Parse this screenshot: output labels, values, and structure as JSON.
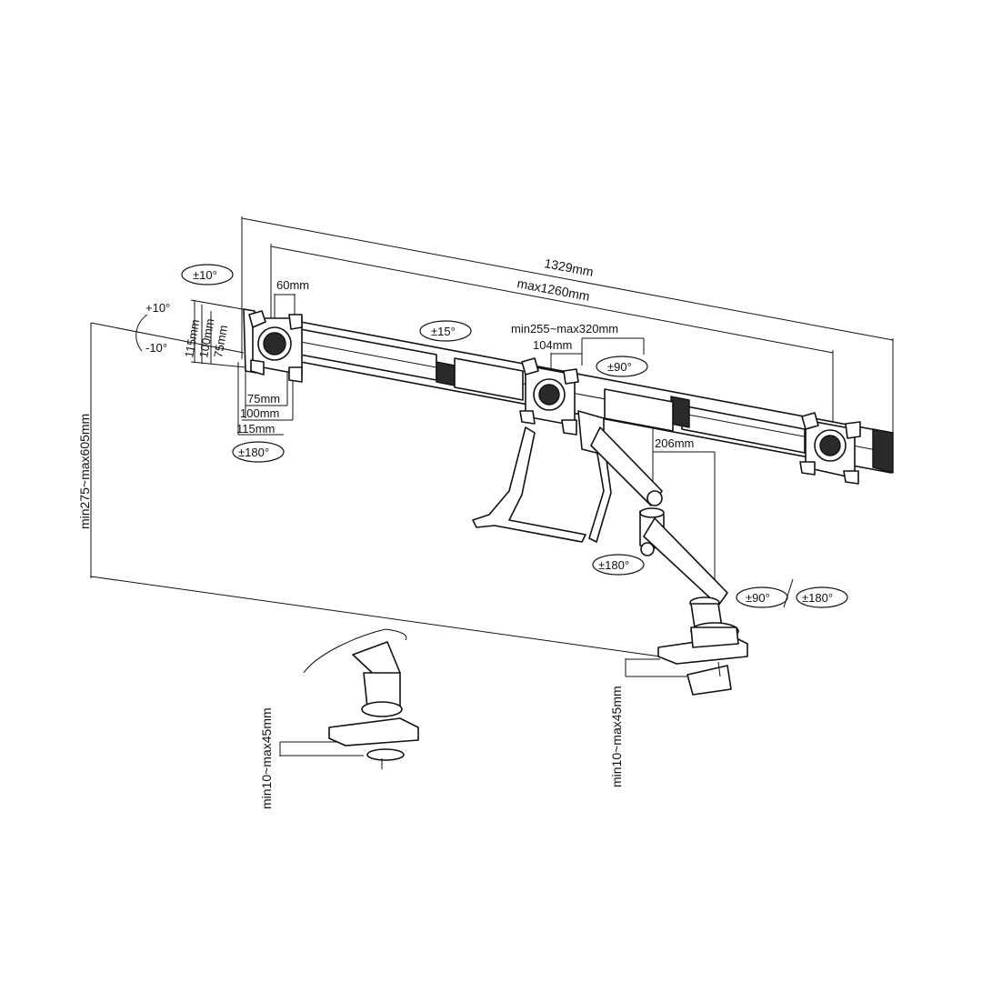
{
  "dimensions": {
    "overall_width": "1329mm",
    "max_arm_span": "max1260mm",
    "vesa_offset": "60mm",
    "arm_extension": "min255~max320mm",
    "center_offset": "104mm",
    "riser_offset": "206mm",
    "height_range": "min275~max605mm",
    "desk_thickness_clamp": "min10~max45mm",
    "desk_thickness_grommet": "min10~max45mm",
    "vesa_h_75": "75mm",
    "vesa_h_100": "100mm",
    "vesa_h_115": "115mm",
    "vesa_v_75": "75mm",
    "vesa_v_100": "100mm",
    "vesa_v_115": "115mm"
  },
  "rotations": {
    "swivel_left": "±10°",
    "tilt_up": "+10°",
    "tilt_down": "-10°",
    "rotate_left": "±180°",
    "swivel_bar": "±15°",
    "swivel_center": "±90°",
    "arm_swivel": "±180°",
    "base_swivel": "±90°",
    "base_rotate": "±180°"
  },
  "colors": {
    "line": "#111111",
    "fill": "#ffffff",
    "dark": "#2a2a2a"
  }
}
